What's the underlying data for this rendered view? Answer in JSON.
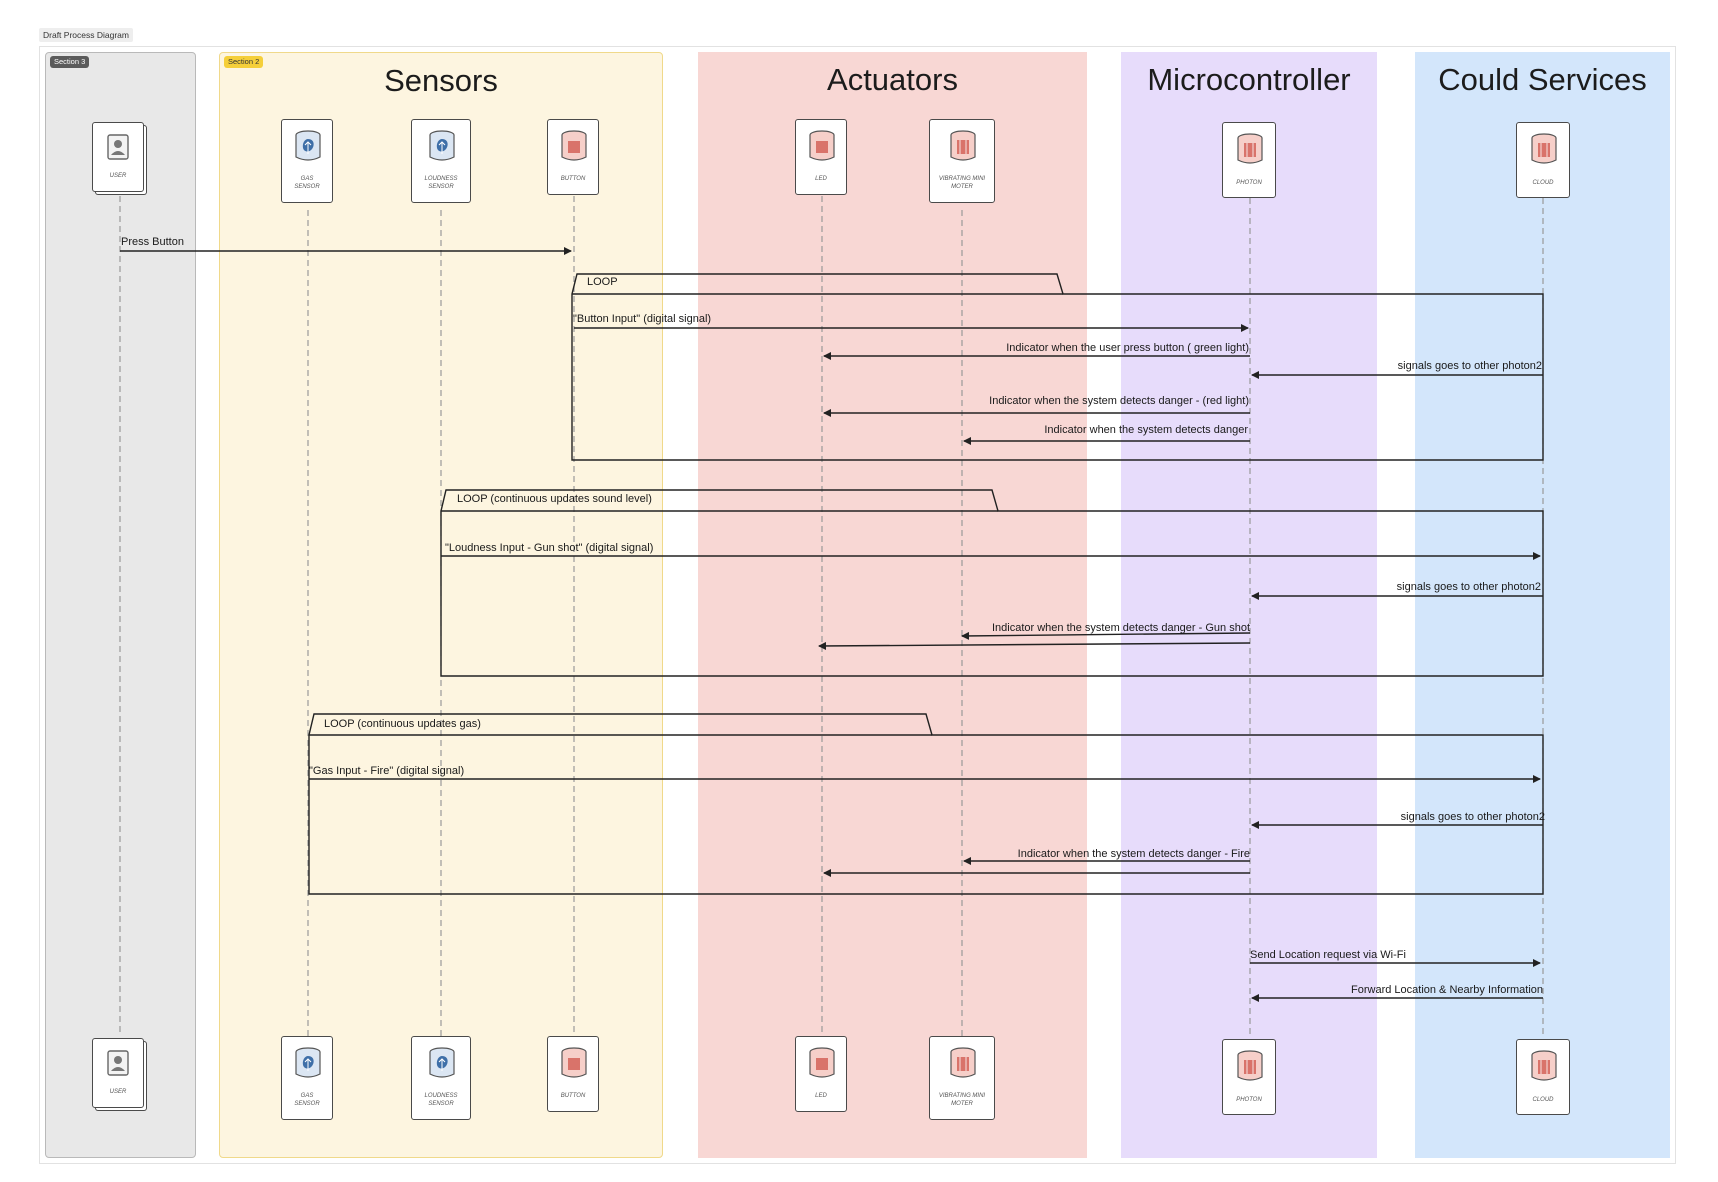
{
  "board": {
    "tag": "Draft Process Diagram"
  },
  "sections": {
    "section3": {
      "tag": "Section 3",
      "tag_color": "#5b5b5b"
    },
    "sensors": {
      "tag": "Section 2",
      "tag_color": "#f5cf3a",
      "title": "Sensors"
    },
    "actuators": {
      "title": "Actuators"
    },
    "microcontroller": {
      "title": "Microcontroller"
    },
    "cloud": {
      "title": "Could Services"
    }
  },
  "colors": {
    "section3_bg": "#e8e8e8",
    "sensors_bg": "#fdf5e0",
    "actuators_bg": "#f8d7d4",
    "microcontroller_bg": "#e7dcfb",
    "cloud_bg": "#d3e6fb",
    "line": "#222222",
    "lifeline": "#9a9a9a",
    "icon_blue": "#3e6fa8",
    "icon_red": "#d9736a"
  },
  "participants": {
    "user": {
      "label": "USER",
      "icon": "user-icon"
    },
    "gas": {
      "label": "GAS SENSOR",
      "icon": "sensor-icon"
    },
    "loudness": {
      "label": "LOUDNESS SENSOR",
      "icon": "sensor-icon"
    },
    "button": {
      "label": "BUTTON",
      "icon": "component-icon"
    },
    "led": {
      "label": "LED",
      "icon": "component-icon"
    },
    "motor": {
      "label": "VIBRATING MINI MOTER",
      "icon": "component-icon"
    },
    "photon": {
      "label": "PHOTON",
      "icon": "component-icon"
    },
    "cloud": {
      "label": "CLOUD",
      "icon": "component-icon"
    }
  },
  "loops": {
    "loop1": "LOOP",
    "loop2": "LOOP (continuous updates sound level)",
    "loop3": "LOOP (continuous updates gas)"
  },
  "messages": {
    "m1": "Press Button",
    "m2": "\"Button Input\" (digital signal)",
    "m3": "Indicator when the user press button ( green light)",
    "m4": "signals goes to other photon2",
    "m5": "Indicator when the system detects danger - (red light)",
    "m6": "Indicator when the system detects danger",
    "m7": "\"Loudness Input - Gun shot\" (digital signal)",
    "m8": "signals goes to other photon2",
    "m9": "Indicator when the system detects danger - Gun shot",
    "m10": "\"Gas Input - Fire\" (digital signal)",
    "m11": "signals goes to other photon2",
    "m12": "Indicator when the system detects danger - Fire",
    "m13": "Send Location request via Wi-Fi",
    "m14": "Forward Location &  Nearby Information"
  }
}
